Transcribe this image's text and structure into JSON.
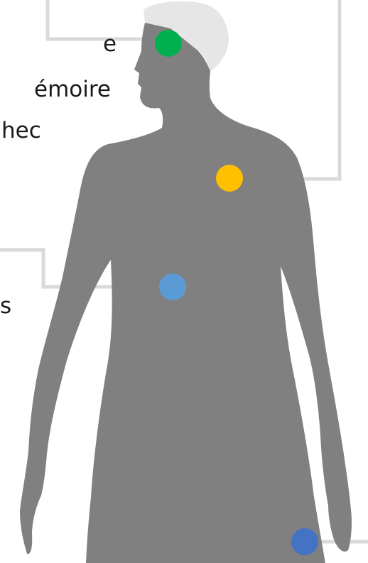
{
  "colors": {
    "background": "#ffffff",
    "body_silhouette": "#808080",
    "hair": "#e6e6e6",
    "connector_line": "#d9d9d9",
    "text": "#1a1a1a"
  },
  "label_fragments": {
    "head_line1": "e",
    "head_line2": "émoire",
    "head_line3": "hec",
    "abdomen_line1": "s"
  },
  "markers": {
    "head": {
      "color": "#00b050",
      "name": "green-dot"
    },
    "chest": {
      "color": "#ffc000",
      "name": "yellow-dot"
    },
    "abdomen": {
      "color": "#5b9bd5",
      "name": "light-blue-dot"
    },
    "hand": {
      "color": "#4472c4",
      "name": "blue-dot"
    }
  }
}
